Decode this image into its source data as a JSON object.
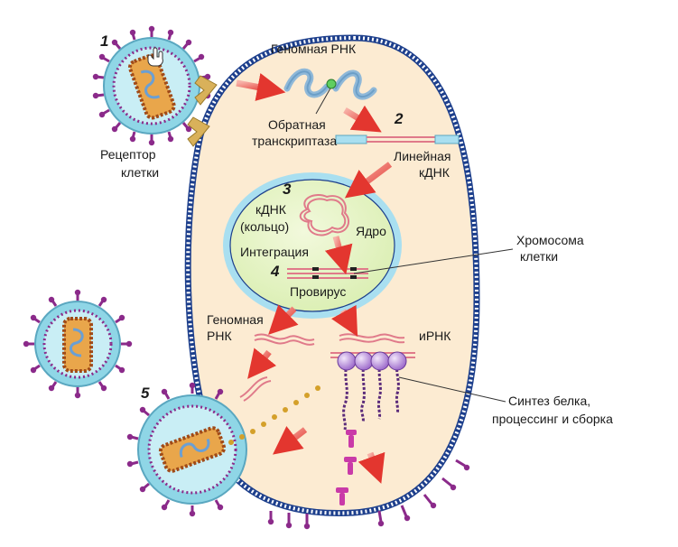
{
  "steps": [
    "1",
    "2",
    "3",
    "4",
    "5"
  ],
  "labels": {
    "genomic_rna_top": "Геномная РНК",
    "reverse_transcriptase_1": "Обратная",
    "reverse_transcriptase_2": "транскриптаза",
    "linear_cdna_1": "Линейная",
    "linear_cdna_2": "кДНК",
    "receptor_1": "Рецептор",
    "receptor_2": "клетки",
    "cdna_ring_1": "кДНК",
    "cdna_ring_2": "(кольцо)",
    "nucleus": "Ядро",
    "integration": "Интеграция",
    "provirus": "Провирус",
    "chromosome_1": "Хромосома",
    "chromosome_2": "клетки",
    "genomic_rna_bottom_1": "Геномная",
    "genomic_rna_bottom_2": "РНК",
    "mrna": "иРНК",
    "synthesis_1": "Синтез белка,",
    "synthesis_2": "процессинг и сборка"
  },
  "colors": {
    "cytoplasm": "#fcebd2",
    "membrane": "#1d3f8c",
    "nucleus_fill": "#e4f3c4",
    "nucleus_rim": "#a9dff0",
    "virus_shell": "#8fd6e6",
    "virus_spikes": "#8b2a8a",
    "capsid": "#e9a64b",
    "arrow": "#e8463f",
    "ribosome": "#b98be0"
  }
}
